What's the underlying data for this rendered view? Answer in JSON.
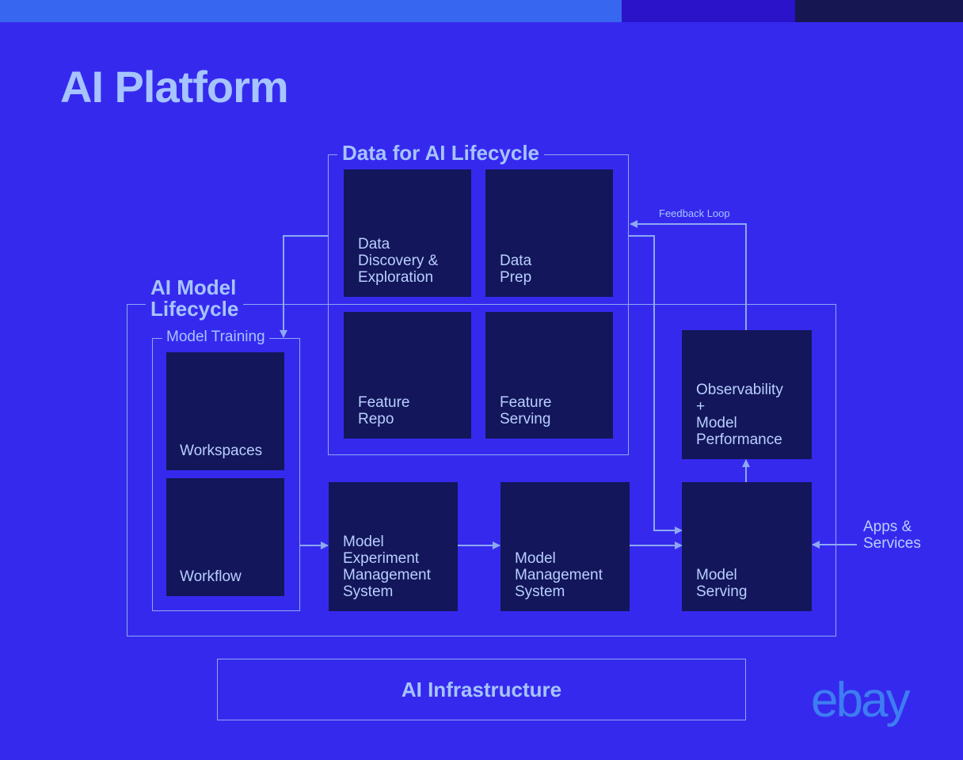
{
  "title": "AI Platform",
  "colors": {
    "background": "#3629ee",
    "box_fill": "#13165a",
    "label_text": "#b8cfff",
    "line": "#8da9f2",
    "title_text": "#a6c4ff",
    "top_stripe": [
      "#3766f0",
      "#2a13c8",
      "#161653"
    ],
    "logo": "#3d7df2"
  },
  "data_lifecycle": {
    "title": "Data for AI Lifecycle",
    "boxes": [
      "Data\nDiscovery &\nExploration",
      "Data\nPrep",
      "Feature\nRepo",
      "Feature\nServing"
    ]
  },
  "model_lifecycle": {
    "title": "AI Model\nLifecycle",
    "model_training": {
      "title": "Model Training",
      "boxes": [
        "Workspaces",
        "Workflow"
      ]
    },
    "experiment_box": "Model\nExperiment\nManagement\nSystem",
    "management_box": "Model\nManagement\nSystem",
    "serving_box": "Model\nServing",
    "observability_box": "Observability\n+\nModel\nPerformance"
  },
  "feedback_loop_label": "Feedback Loop",
  "apps_services_label": "Apps &\nServices",
  "infrastructure_label": "AI Infrastructure",
  "logo_text": "ebay",
  "logo_icon": "ebay-logo"
}
